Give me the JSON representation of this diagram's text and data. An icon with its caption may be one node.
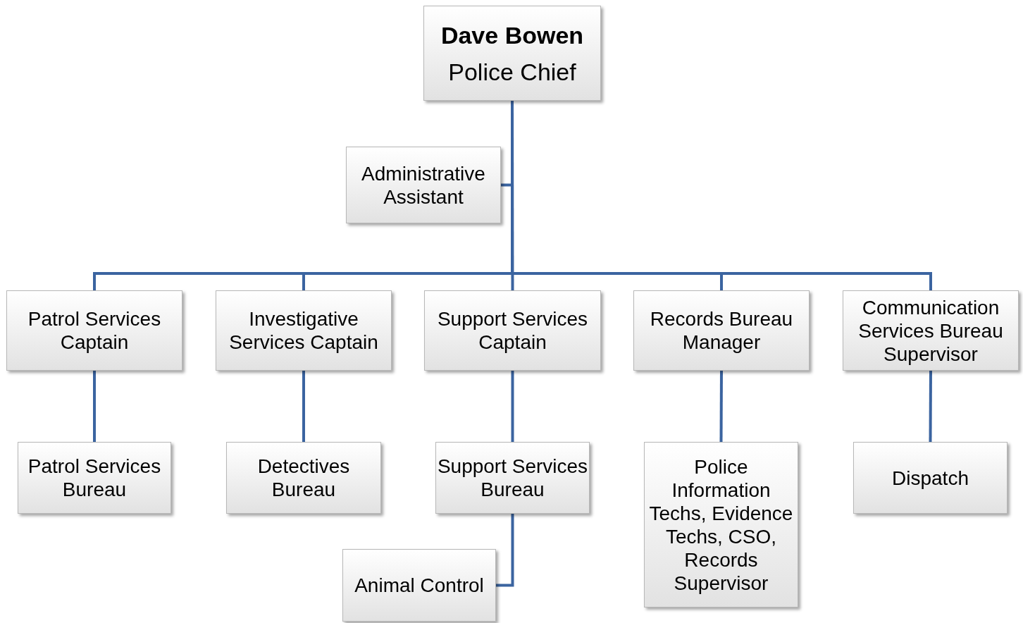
{
  "diagram": {
    "nodes": [
      {
        "text": [
          "Dave Bowen",
          "Police Chief"
        ]
      },
      {
        "text": [
          "Administrative Assistant"
        ]
      },
      {
        "text": [
          "Patrol Services Captain"
        ]
      },
      {
        "text": [
          "Investigative Services Captain"
        ]
      },
      {
        "text": [
          "Support Services Captain"
        ]
      },
      {
        "text": [
          "Records Bureau Manager"
        ]
      },
      {
        "text": [
          "Communication Services Bureau Supervisor"
        ]
      },
      {
        "text": [
          "Patrol Services Bureau"
        ]
      },
      {
        "text": [
          "Detectives Bureau"
        ]
      },
      {
        "text": [
          "Support Services Bureau"
        ]
      },
      {
        "text": [
          "Police Information Techs, Evidence Techs, CSO, Records Supervisor"
        ]
      },
      {
        "text": [
          "Dispatch"
        ]
      },
      {
        "text": [
          "Animal Control"
        ]
      }
    ],
    "edges": [
      {
        "from": 0,
        "to": 1,
        "arrow": "none"
      },
      {
        "from": 0,
        "to": 2,
        "arrow": "none"
      },
      {
        "from": 0,
        "to": 3,
        "arrow": "none"
      },
      {
        "from": 0,
        "to": 4,
        "arrow": "none"
      },
      {
        "from": 0,
        "to": 5,
        "arrow": "none"
      },
      {
        "from": 0,
        "to": 6,
        "arrow": "none"
      },
      {
        "from": 2,
        "to": 7,
        "arrow": "none"
      },
      {
        "from": 3,
        "to": 8,
        "arrow": "none"
      },
      {
        "from": 4,
        "to": 9,
        "arrow": "none"
      },
      {
        "from": 5,
        "to": 10,
        "arrow": "none"
      },
      {
        "from": 6,
        "to": 11,
        "arrow": "none"
      },
      {
        "from": 9,
        "to": 12,
        "arrow": "none"
      }
    ]
  }
}
